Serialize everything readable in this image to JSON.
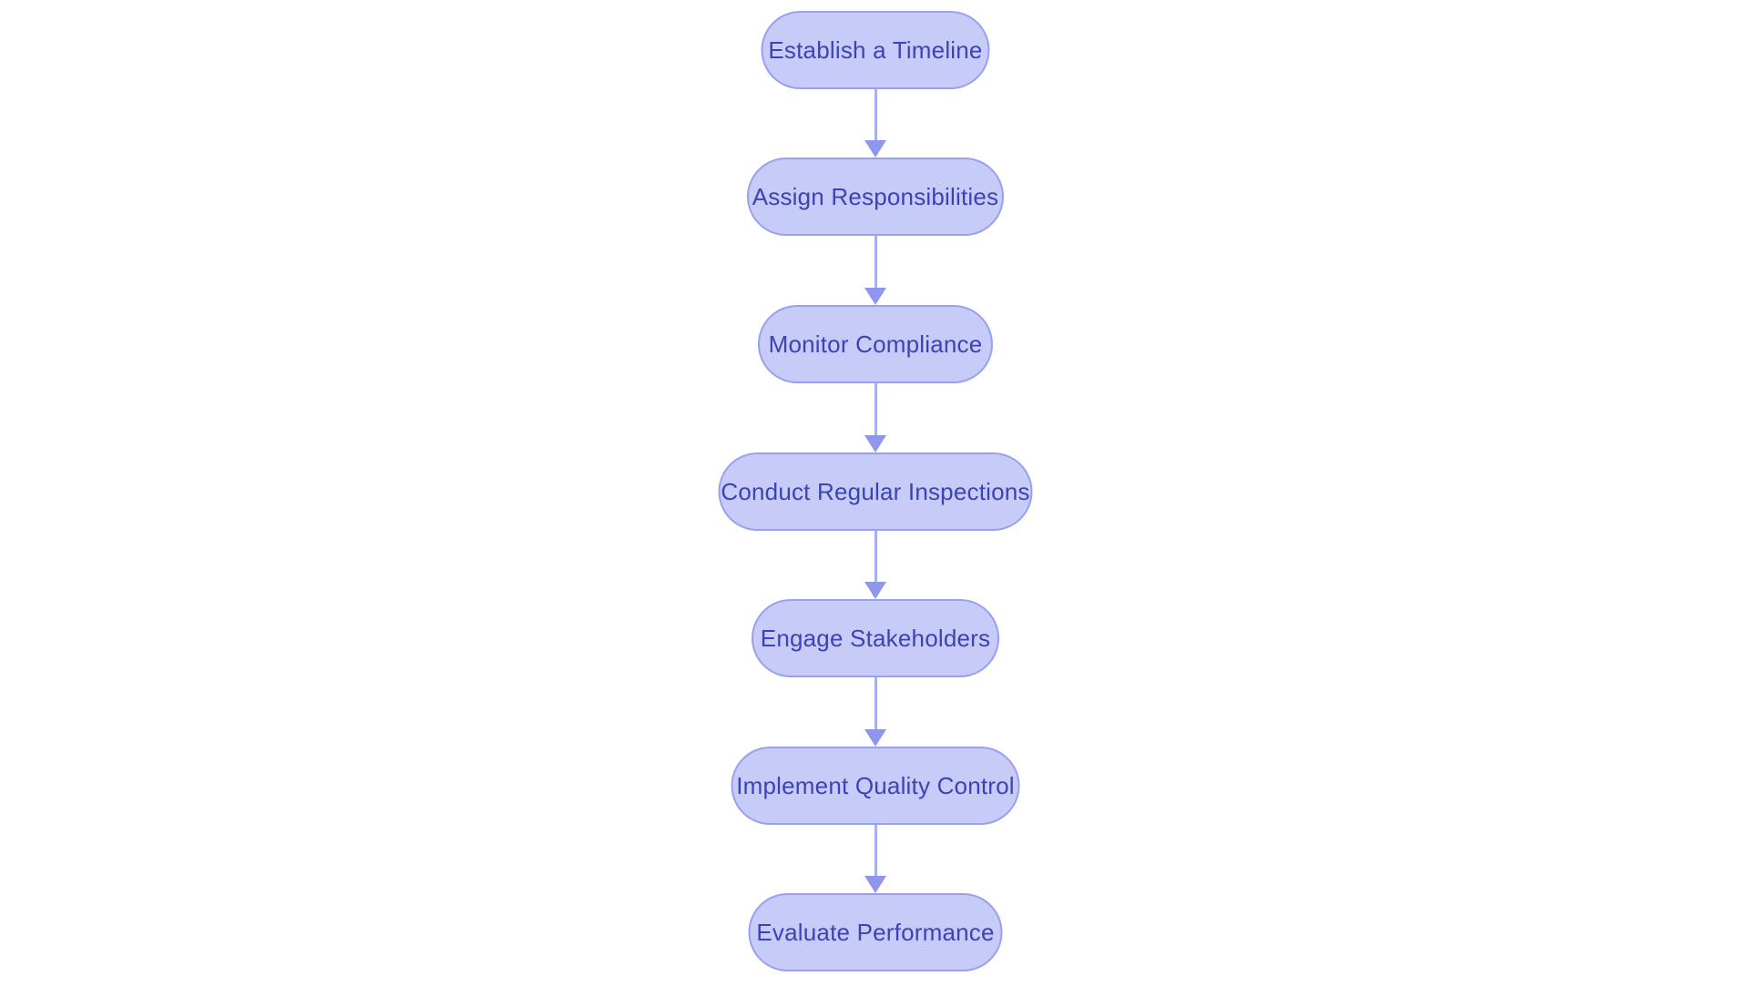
{
  "diagram": {
    "type": "flowchart",
    "direction": "top-down",
    "nodes": [
      {
        "label": "Establish a Timeline"
      },
      {
        "label": "Assign Responsibilities"
      },
      {
        "label": "Monitor Compliance"
      },
      {
        "label": "Conduct Regular Inspections"
      },
      {
        "label": "Engage Stakeholders"
      },
      {
        "label": "Implement Quality Control"
      },
      {
        "label": "Evaluate Performance"
      }
    ],
    "edges": [
      [
        0,
        1
      ],
      [
        1,
        2
      ],
      [
        2,
        3
      ],
      [
        3,
        4
      ],
      [
        4,
        5
      ],
      [
        5,
        6
      ]
    ],
    "colors": {
      "background": "#ffffff",
      "node_fill": "#c6cbf8",
      "node_border": "#98a0ef",
      "node_text": "#3d43b5",
      "arrow_stem": "#a8b0f2",
      "arrow_head": "#8e97ed"
    }
  }
}
